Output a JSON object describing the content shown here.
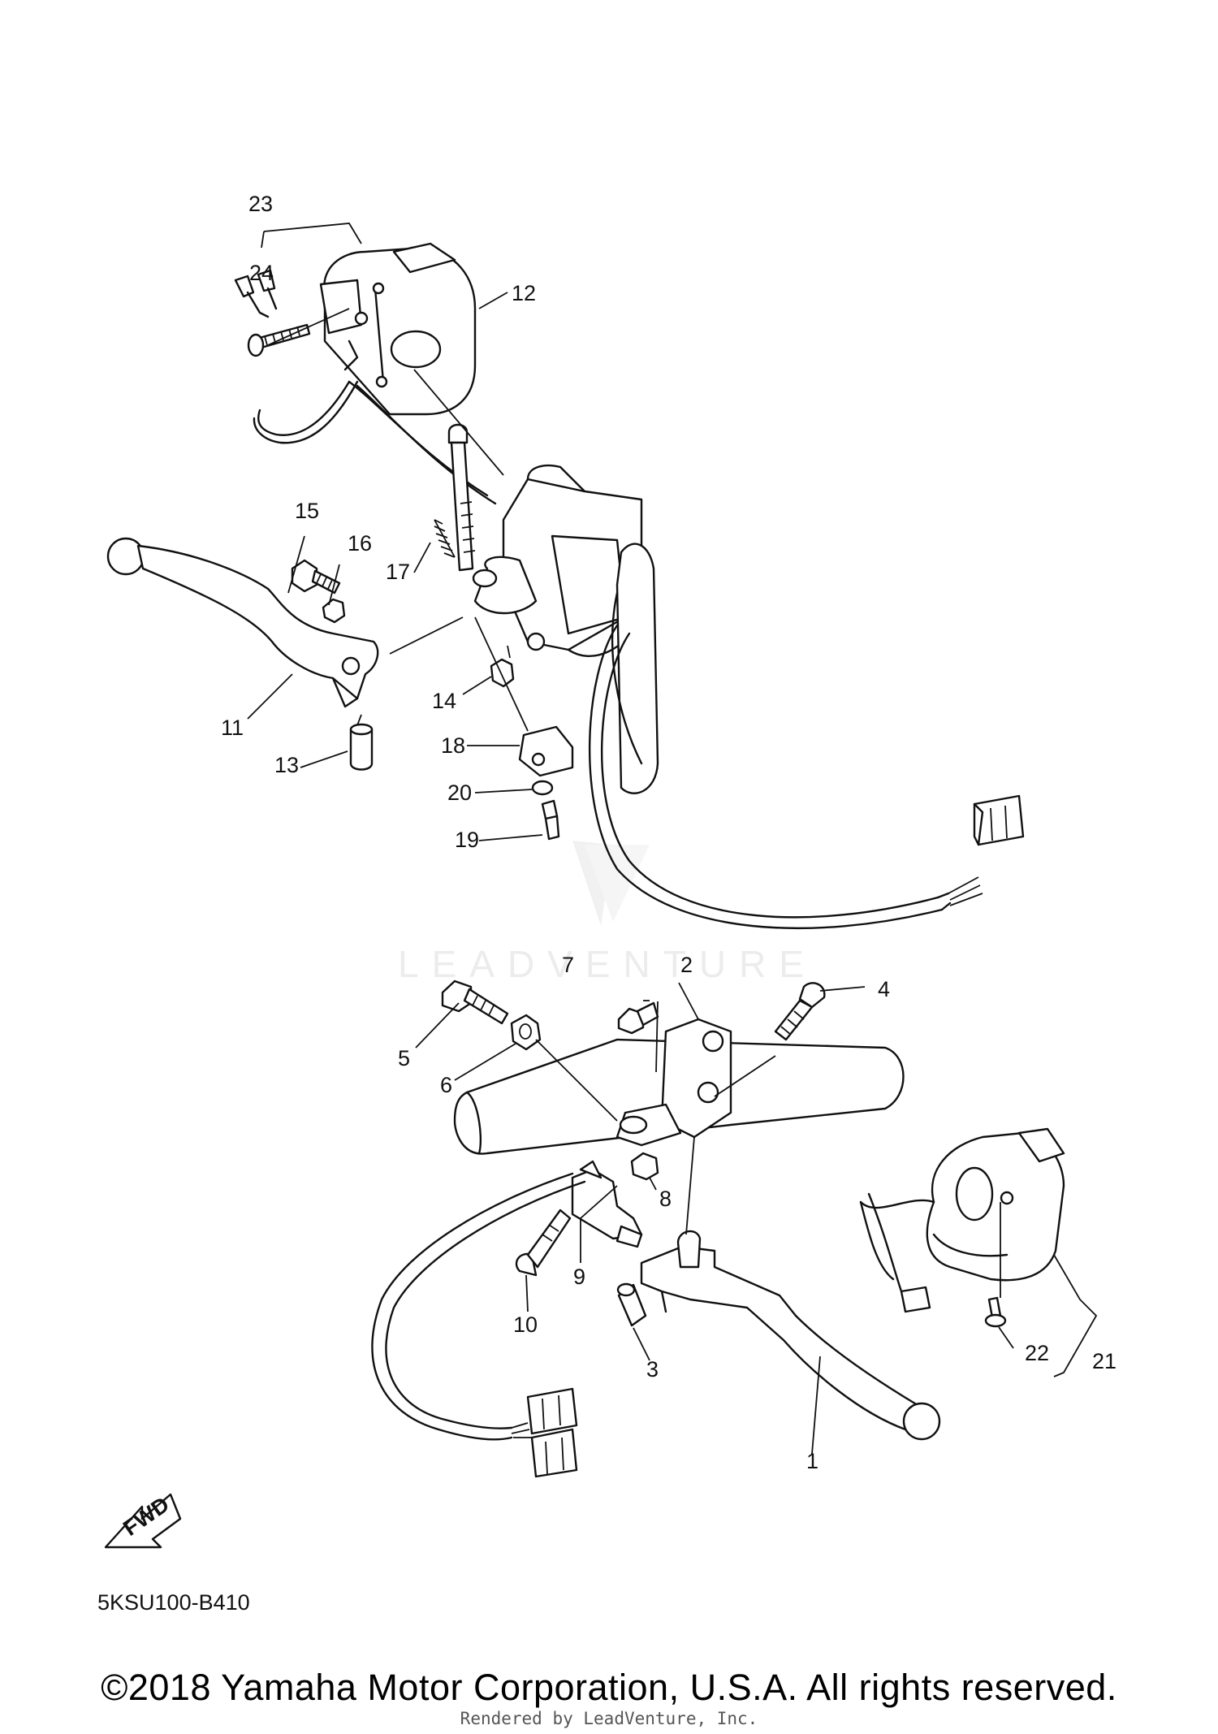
{
  "diagram_code": "5KSU100-B410",
  "copyright": "©2018 Yamaha Motor Corporation, U.S.A. All rights reserved.",
  "rendered_by": "Rendered by LeadVenture, Inc.",
  "watermark": "LEADVENTURE",
  "fwd_arrow_label": "FWD",
  "callouts": [
    "1",
    "2",
    "3",
    "4",
    "5",
    "6",
    "7",
    "8",
    "9",
    "10",
    "11",
    "12",
    "13",
    "14",
    "15",
    "16",
    "17",
    "18",
    "19",
    "20",
    "21",
    "22",
    "23",
    "24"
  ],
  "colors": {
    "line": "#111111",
    "background": "#ffffff",
    "watermark": "#ececec"
  }
}
